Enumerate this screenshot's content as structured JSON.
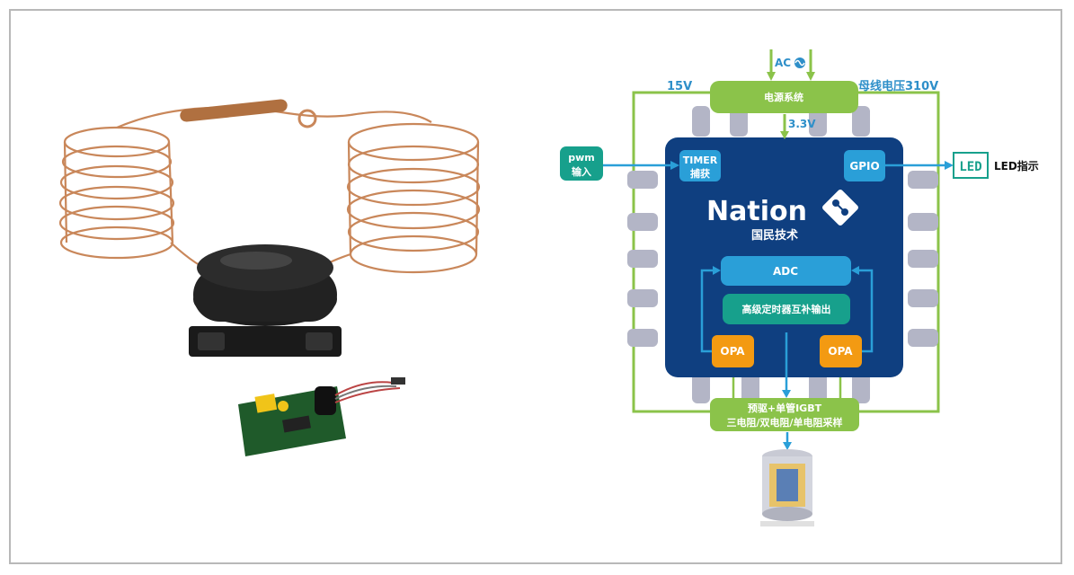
{
  "diagram": {
    "ac_label": "AC",
    "v15_label": "15V",
    "bus_label": "母线电压310V",
    "power_label": "电源系统",
    "v33_label": "3.3V",
    "pwm_line1": "pwm",
    "pwm_line2": "输入",
    "timer_line1": "TIMER",
    "timer_line2": "捕获",
    "gpio_label": "GPIO",
    "led_icon_text": "LED",
    "led_label": "LED指示",
    "brand_name": "Nation",
    "brand_cn": "国民技术",
    "adc_label": "ADC",
    "timer_adv_label": "高级定时器互补输出",
    "opa_left": "OPA",
    "opa_right": "OPA",
    "driver_line1": "预驱+单管IGBT",
    "driver_line2": "三电阻/双电阻/单电阻采样"
  },
  "colors": {
    "chip": "#0f3f80",
    "green": "#8bc34a",
    "blue_box": "#2a9fd8",
    "teal": "#17a08c",
    "orange": "#f39a12",
    "pin": "#b3b5c6",
    "copper": "#c9875a"
  },
  "icons": [
    "compressor-photo",
    "controller-board-photo",
    "led-icon",
    "nation-logo-icon",
    "compressor-cutaway-icon",
    "ac-sine-icon"
  ]
}
